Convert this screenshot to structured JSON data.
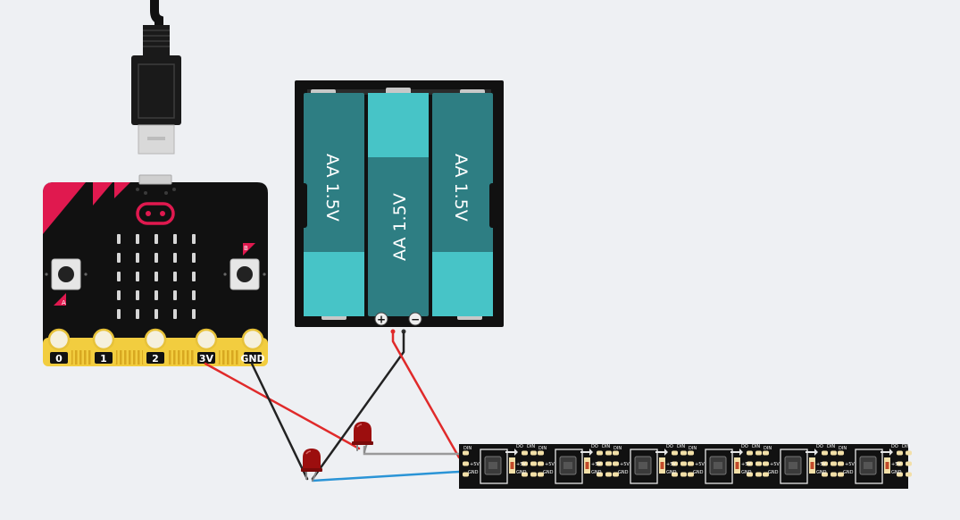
{
  "circuit": {
    "batteries": [
      {
        "label": "AA 1.5V"
      },
      {
        "label": "AA 1.5V"
      },
      {
        "label": "AA 1.5V"
      }
    ],
    "battery_terminals": {
      "positive": "+",
      "negative": "−"
    },
    "microbit": {
      "pins": [
        "0",
        "1",
        "2",
        "3V",
        "GND"
      ],
      "buttons": [
        "A",
        "B"
      ]
    },
    "led_strip": {
      "pixel_count": 6,
      "labels": {
        "din": "DIN",
        "do": "DO",
        "v5": "+5V",
        "gnd": "GND"
      }
    },
    "colors": {
      "background": "#eef0f3",
      "board": "#111111",
      "accent": "#e0194f",
      "pin_gold": "#f2cd3f",
      "battery_body": "#2e7e83",
      "battery_cap": "#47c4c7",
      "wire_red": "#e02a2a",
      "wire_black": "#222222",
      "wire_blue": "#2a94d6",
      "wire_gray": "#9a9a9a",
      "led_red": "#9c0e0e"
    }
  }
}
